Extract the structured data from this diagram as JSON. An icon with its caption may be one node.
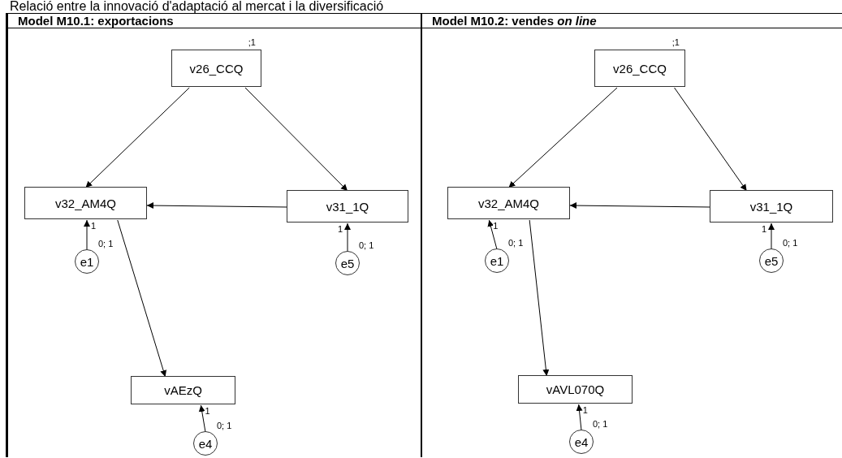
{
  "diagram": {
    "title": "Relació entre la innovació d'adaptació al mercat i la diversificació",
    "nodes": [
      {
        "text": [
          "Model M10.1: exportacions"
        ]
      },
      {
        "text": [
          "v26_CCQ"
        ],
        "in": 0,
        "beside": [
          ";1"
        ]
      },
      {
        "text": [
          "v32_AM4Q"
        ],
        "in": 0
      },
      {
        "text": [
          "v31_1Q"
        ],
        "in": 0
      },
      {
        "text": [
          "e1"
        ],
        "in": 0,
        "beside": [
          "0; 1"
        ]
      },
      {
        "text": [
          "e5"
        ],
        "in": 0,
        "beside": [
          "0; 1"
        ]
      },
      {
        "text": [
          "vAEzQ"
        ],
        "in": 0
      },
      {
        "text": [
          "e4"
        ],
        "in": 0,
        "beside": [
          "0; 1"
        ]
      },
      {
        "text": [
          "Model M10.2: vendes *on line*"
        ]
      },
      {
        "text": [
          "v26_CCQ"
        ],
        "in": 8,
        "beside": [
          ";1"
        ]
      },
      {
        "text": [
          "v32_AM4Q"
        ],
        "in": 8
      },
      {
        "text": [
          "v31_1Q"
        ],
        "in": 8
      },
      {
        "text": [
          "e1"
        ],
        "in": 8,
        "beside": [
          "0; 1"
        ]
      },
      {
        "text": [
          "e5"
        ],
        "in": 8,
        "beside": [
          "0; 1"
        ]
      },
      {
        "text": [
          "vAVL070Q"
        ],
        "in": 8
      },
      {
        "text": [
          "e4"
        ],
        "in": 8,
        "beside": [
          "0; 1"
        ]
      }
    ],
    "edges": [
      {
        "from": 1,
        "to": 2,
        "arrow": "to"
      },
      {
        "from": 1,
        "to": 3,
        "arrow": "to"
      },
      {
        "from": 3,
        "to": 2,
        "arrow": "to"
      },
      {
        "from": 4,
        "to": 2,
        "arrow": "to",
        "label": "1"
      },
      {
        "from": 5,
        "to": 3,
        "arrow": "to",
        "label": "1"
      },
      {
        "from": 2,
        "to": 6,
        "arrow": "to"
      },
      {
        "from": 7,
        "to": 6,
        "arrow": "to",
        "label": "1"
      },
      {
        "from": 9,
        "to": 10,
        "arrow": "to"
      },
      {
        "from": 9,
        "to": 11,
        "arrow": "to"
      },
      {
        "from": 11,
        "to": 10,
        "arrow": "to"
      },
      {
        "from": 12,
        "to": 10,
        "arrow": "to",
        "label": "1"
      },
      {
        "from": 13,
        "to": 11,
        "arrow": "to",
        "label": "1"
      },
      {
        "from": 10,
        "to": 14,
        "arrow": "to"
      },
      {
        "from": 15,
        "to": 14,
        "arrow": "to",
        "label": "1"
      }
    ]
  }
}
